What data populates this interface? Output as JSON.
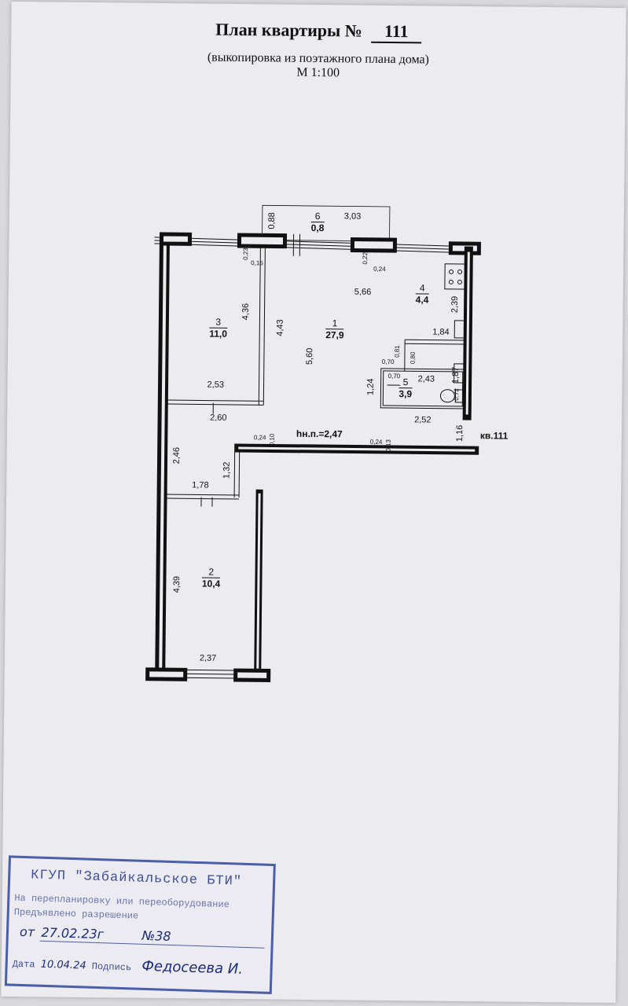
{
  "header": {
    "title_prefix": "План квартиры №",
    "apartment_number": "111",
    "subtitle": "(выкопировка из поэтажного плана дома)",
    "scale": "М 1:100"
  },
  "rooms": [
    {
      "number": "1",
      "area": "27,9"
    },
    {
      "number": "2",
      "area": "10,4"
    },
    {
      "number": "3",
      "area": "11,0"
    },
    {
      "number": "4",
      "area": "4,4"
    },
    {
      "number": "5",
      "area": "3,9"
    },
    {
      "number": "6",
      "area": "0,8"
    }
  ],
  "dimensions": {
    "d088": "0,88",
    "d303": "3,03",
    "d023": "0,23",
    "d016": "0,16",
    "d022": "0,22",
    "d024a": "0,24",
    "d566": "5,66",
    "d436": "4,36",
    "d443": "4,43",
    "d560": "5,60",
    "d239": "2,39",
    "d184": "1,84",
    "d081": "0,81",
    "d080": "0,80",
    "d070a": "0,70",
    "d070b": "0,70",
    "d187": "1,87",
    "d243": "2,43",
    "d124": "1,24",
    "d253": "2,53",
    "d260": "2,60",
    "d252": "2,52",
    "d116": "1,16",
    "d024b": "0,24",
    "d010": "0,10",
    "d024c": "0,24",
    "d013": "0,13",
    "d246": "2,46",
    "d132": "1,32",
    "d178": "1,78",
    "d439": "4,39",
    "d237": "2,37",
    "d072": "0,72"
  },
  "height_note": "hн.п.=2,47",
  "apartment_mark": "кв.111",
  "stamp": {
    "org": "КГУП \"Забайкальское БТИ\"",
    "line1": "На перепланировку или переоборудование",
    "line2": "Предъявлено разрешение",
    "date_prefix": "от",
    "date_value": "27.02.23г",
    "number_value": "№38",
    "date_label": "Дата",
    "check_date": "10.04.24",
    "signature_label": "Подпись",
    "signature": "Федосеева И."
  },
  "colors": {
    "stamp": "#4a5fa8",
    "ink": "#111111",
    "paper": "#ecebef"
  }
}
